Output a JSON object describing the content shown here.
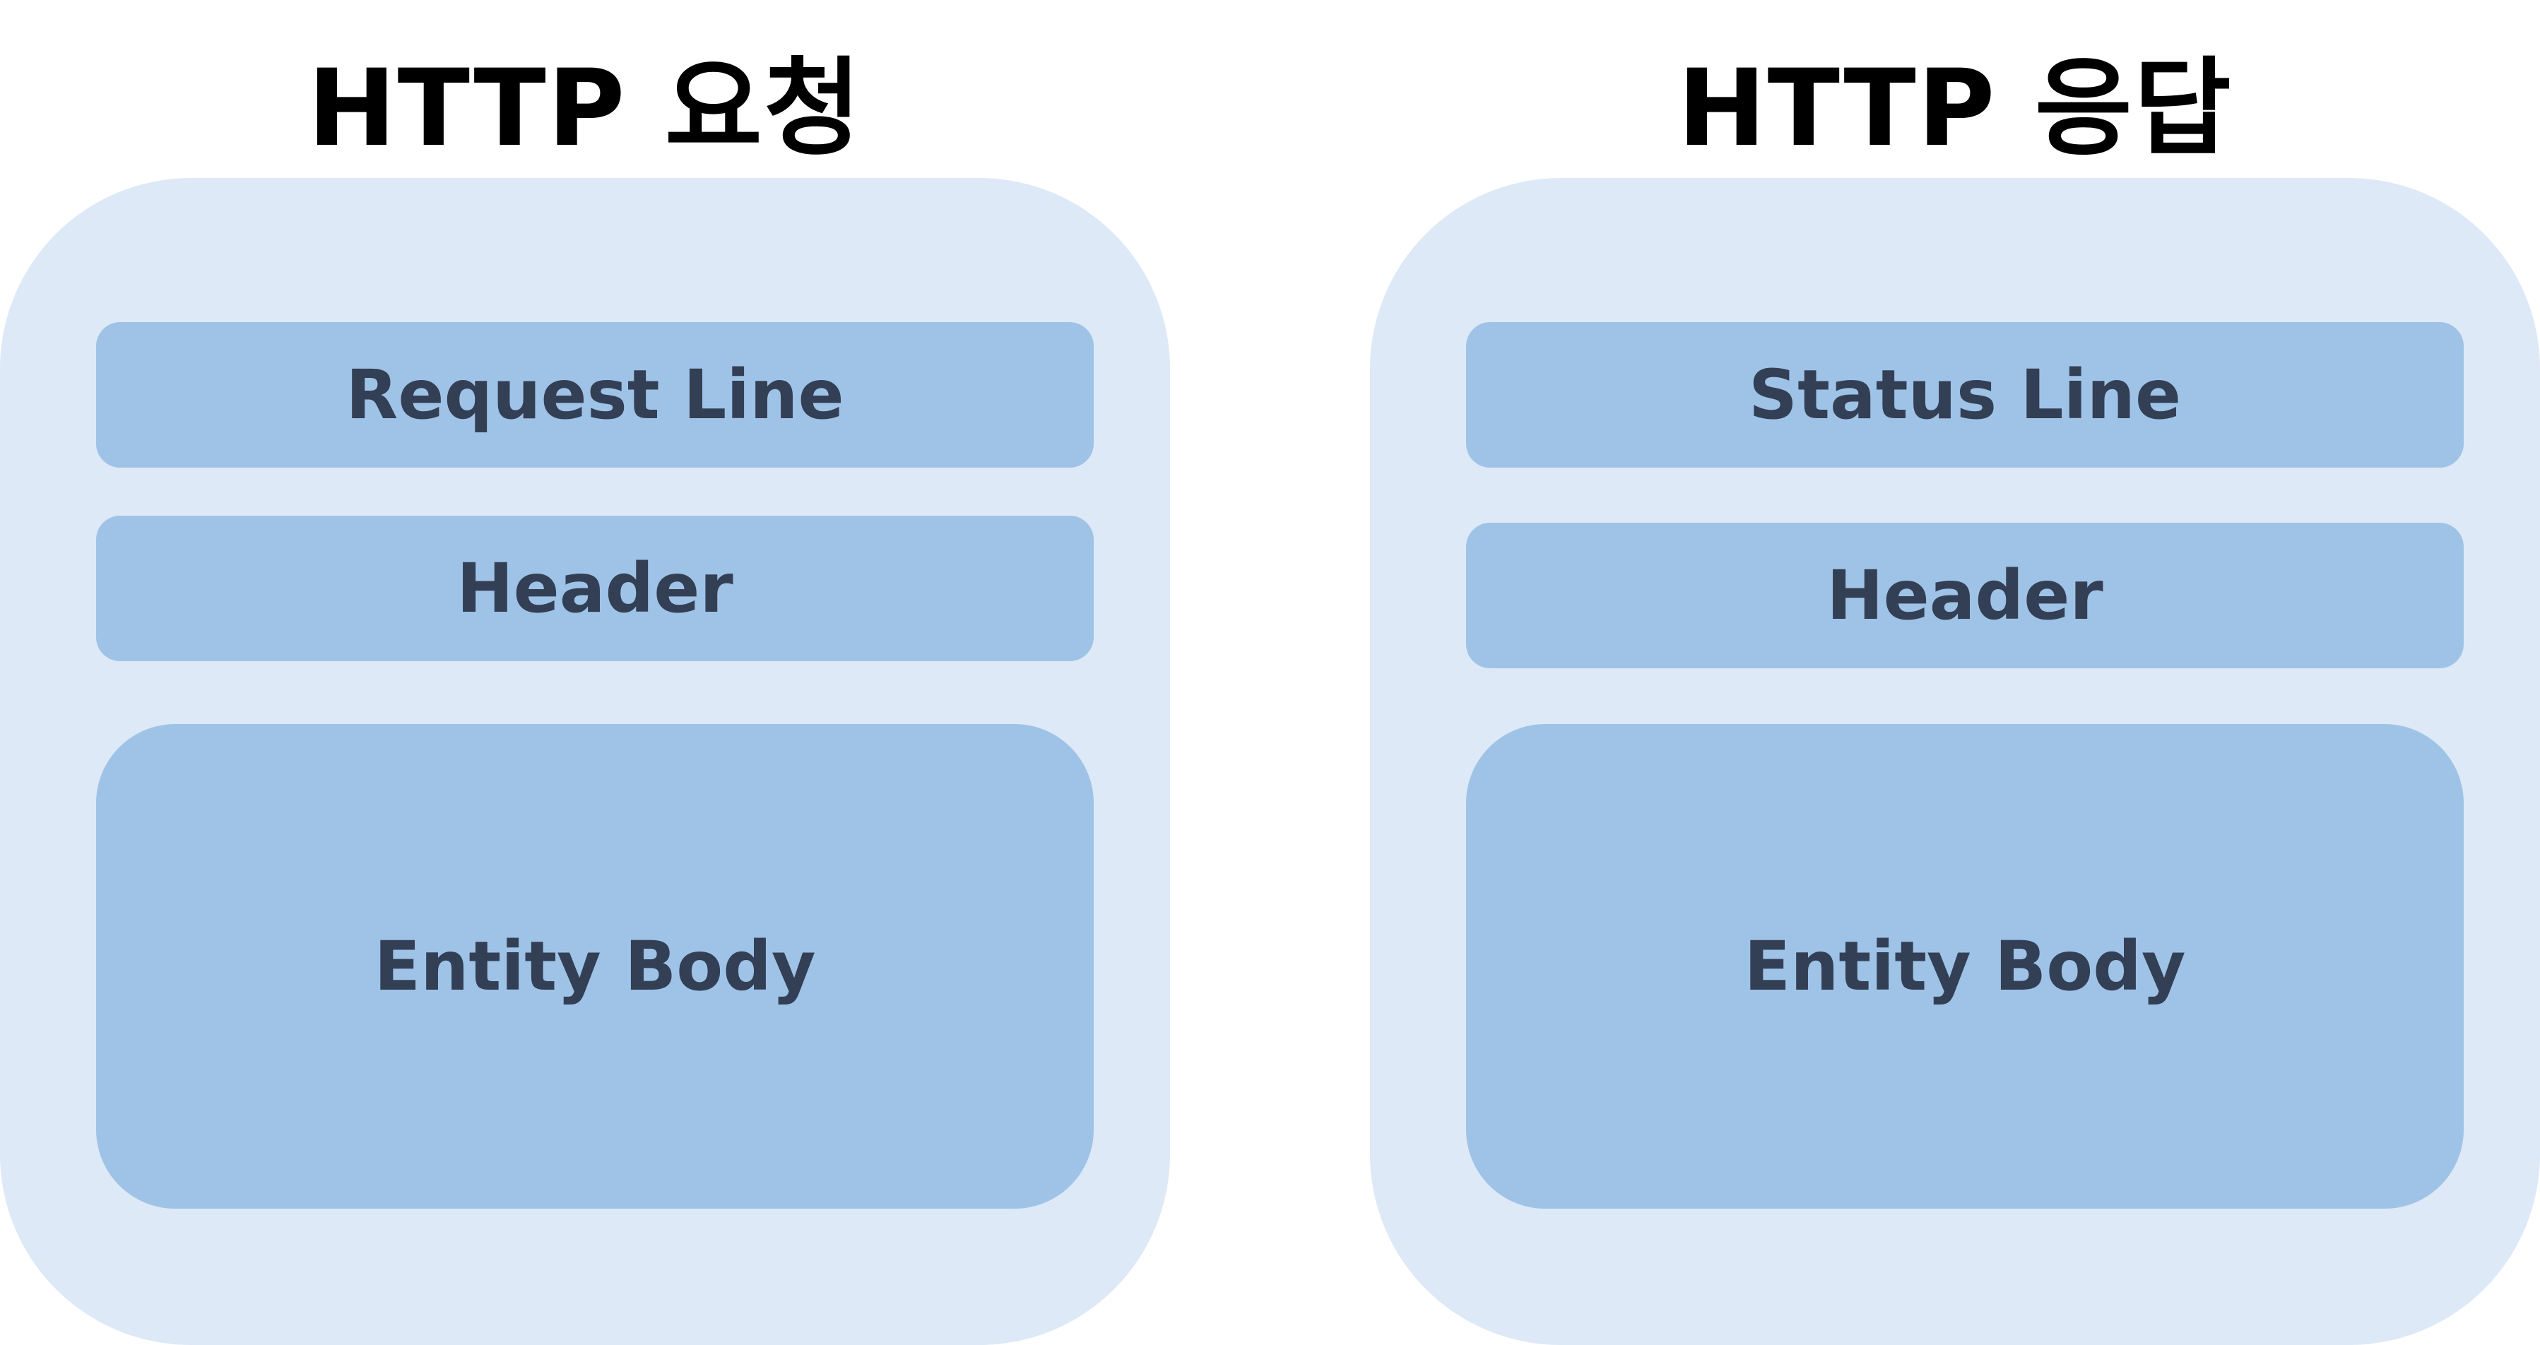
{
  "request": {
    "title": "HTTP 요청",
    "sections": {
      "first_line": "Request Line",
      "header": "Header",
      "body": "Entity Body"
    }
  },
  "response": {
    "title": "HTTP 응답",
    "sections": {
      "first_line": "Status Line",
      "header": "Header",
      "body": "Entity Body"
    }
  }
}
